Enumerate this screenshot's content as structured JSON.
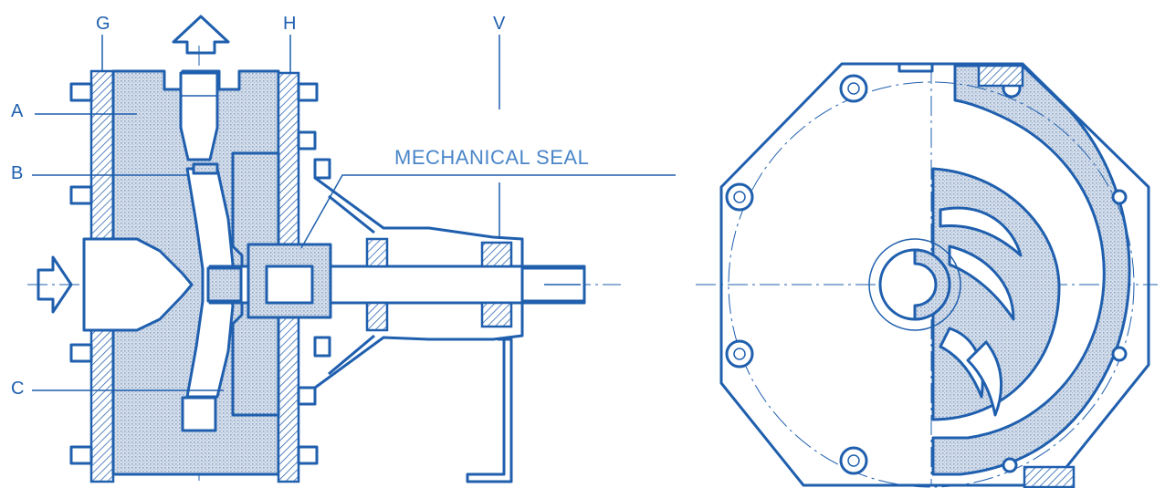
{
  "labels": {
    "G": "G",
    "H": "H",
    "V": "V",
    "A": "A",
    "B": "B",
    "C": "C",
    "seal": "MECHANICAL SEAL"
  },
  "colors": {
    "line": "#1f5fae",
    "shade": "#c9d6e6",
    "background": "#ffffff"
  }
}
